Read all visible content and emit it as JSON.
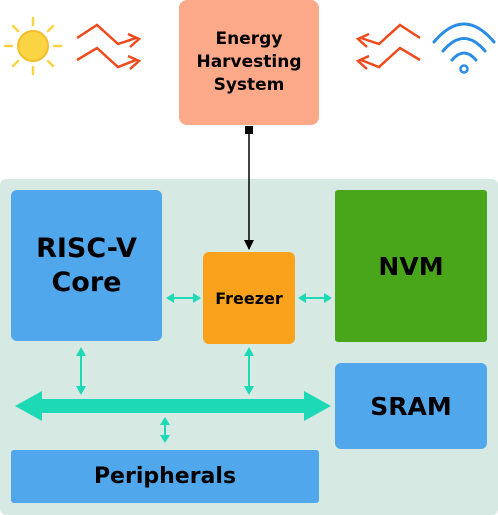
{
  "blocks": {
    "energy_harvesting": "Energy\nHarvesting\nSystem",
    "riscv_core": "RISC-V\nCore",
    "freezer": "Freezer",
    "nvm": "NVM",
    "sram": "SRAM",
    "peripherals": "Peripherals"
  },
  "icons": {
    "sun": "sun-icon",
    "wifi": "wifi-icon",
    "lightning": "lightning-bolt-icon"
  },
  "colors": {
    "soc_background": "#d6e9e3",
    "energy_harvesting": "#fca98a",
    "core_sram_peripherals": "#51a7ec",
    "freezer": "#fba21c",
    "nvm": "#49a519",
    "bus": "#1dd9b6",
    "sun": "#fbd443",
    "wifi": "#2b8ce4",
    "bolts": "#ee4a1c"
  }
}
